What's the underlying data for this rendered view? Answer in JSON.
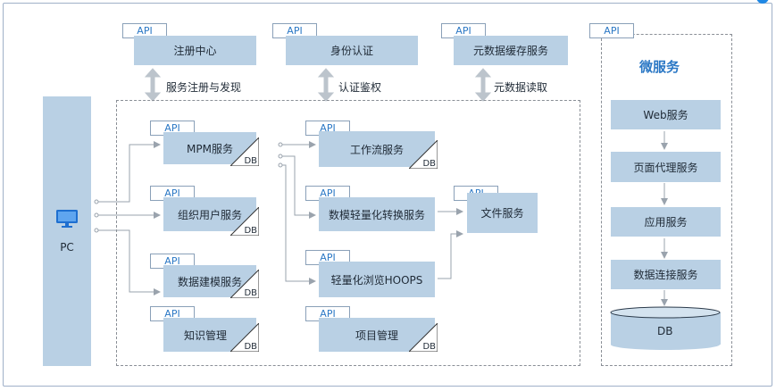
{
  "api_tag": "API",
  "db_tag": "DB",
  "top_services": {
    "registry": "注册中心",
    "auth": "身份认证",
    "metadata_cache": "元数据缓存服务"
  },
  "top_links": {
    "registry": "服务注册与发现",
    "auth": "认证鉴权",
    "metadata_cache": "元数据读取"
  },
  "pc": {
    "label": "PC"
  },
  "services": {
    "mpm": "MPM服务",
    "org_users": "组织用户服务",
    "data_modeling": "数据建模服务",
    "knowledge": "知识管理",
    "workflow": "工作流服务",
    "lightweight_convert": "数模轻量化转换服务",
    "lightweight_browse": "轻量化浏览HOOPS",
    "project": "项目管理",
    "file": "文件服务"
  },
  "microservice": {
    "title": "微服务",
    "web": "Web服务",
    "page_proxy": "页面代理服务",
    "app": "应用服务",
    "data_conn": "数据连接服务",
    "db": "DB"
  },
  "colors": {
    "box": "#b9d0e4",
    "api_text": "#2b78c5",
    "title": "#2b78c5"
  }
}
